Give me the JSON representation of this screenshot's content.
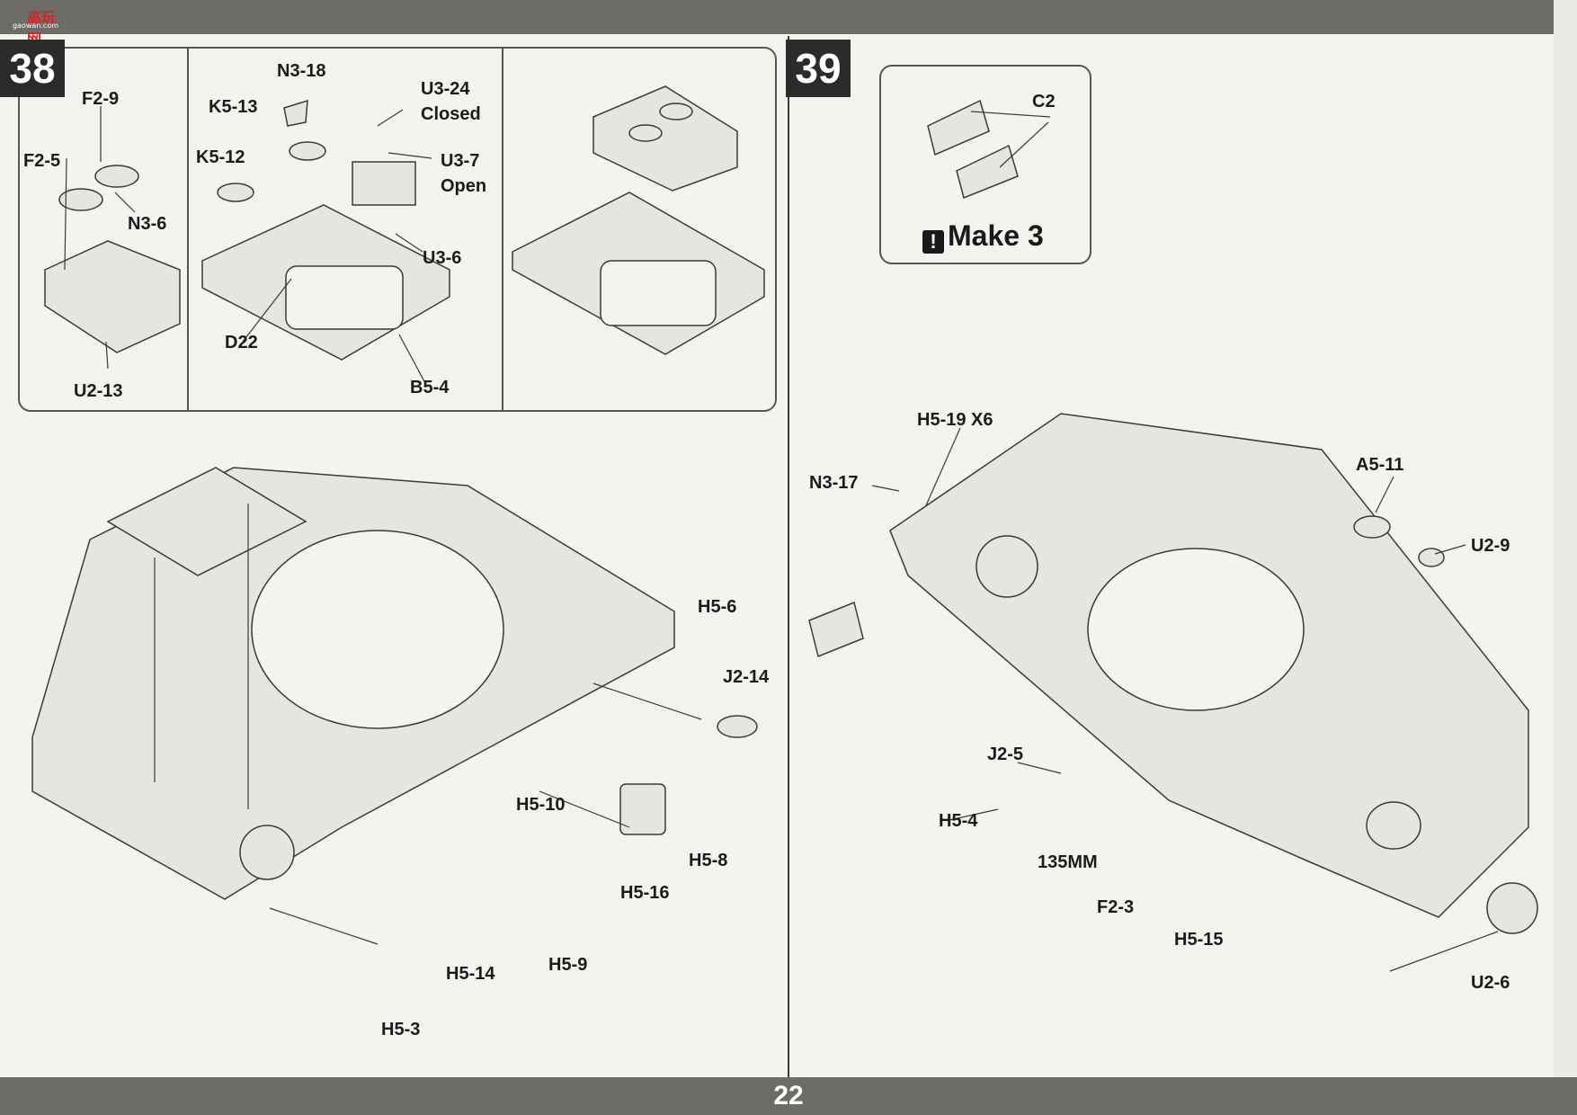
{
  "logo": {
    "text": "高玩网",
    "sub": "gaowan.com"
  },
  "page_number": "22",
  "steps": [
    {
      "number": "38",
      "labels": [
        "F2-9",
        "F2-5",
        "N3-6",
        "U2-13",
        "N3-18",
        "K5-13",
        "K5-12",
        "D22",
        "B5-4",
        "U3-24",
        "Closed",
        "U3-7",
        "Open",
        "U3-6",
        "H5-6",
        "J2-14",
        "H5-8",
        "H5-16",
        "H5-10",
        "H5-9",
        "H5-14",
        "H5-3"
      ]
    },
    {
      "number": "39",
      "make": {
        "icon": "!",
        "text": "Make 3"
      },
      "labels": [
        "C2",
        "H5-19 X6",
        "N3-17",
        "A5-11",
        "U2-9",
        "J2-5",
        "H5-4",
        "135MM",
        "F2-3",
        "H5-15",
        "U2-6"
      ]
    }
  ],
  "colors": {
    "band": "#6d6c68",
    "paper": "#f4f3f0",
    "ink": "#1b1b1b",
    "step_box": "#2b2b2b"
  }
}
